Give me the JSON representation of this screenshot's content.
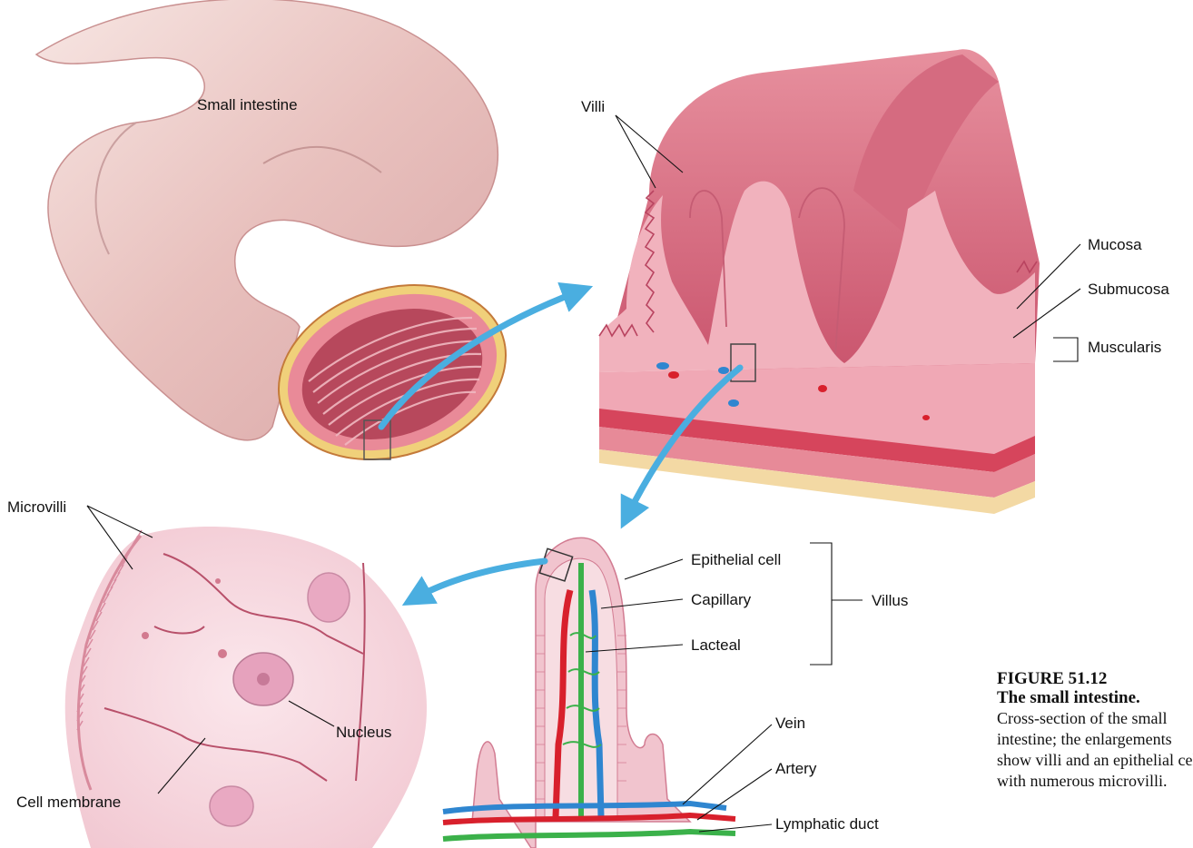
{
  "labels": {
    "small_intestine": "Small intestine",
    "villi": "Villi",
    "mucosa": "Mucosa",
    "submucosa": "Submucosa",
    "muscularis": "Muscularis",
    "microvilli": "Microvilli",
    "nucleus": "Nucleus",
    "cell_membrane": "Cell membrane",
    "epithelial_cell": "Epithelial cell",
    "capillary": "Capillary",
    "lacteal": "Lacteal",
    "villus": "Villus",
    "vein": "Vein",
    "artery": "Artery",
    "lymphatic_duct": "Lymphatic duct"
  },
  "caption": {
    "figure_number": "FIGURE 51.12",
    "title": "The small intestine.",
    "text": "Cross-section of the small intestine; the enlargements show villi and an epithelial cell with numerous microvilli."
  },
  "colors": {
    "tissue_pink": "#f2b5c0",
    "tissue_dark": "#cf5f78",
    "intestine_outer": "#e9c3c0",
    "arrow_blue": "#4aaee0",
    "vessel_red": "#d8202c",
    "vessel_blue": "#2f86d0",
    "lacteal_green": "#3bb14a",
    "fat_yellow": "#f3d9a4"
  }
}
